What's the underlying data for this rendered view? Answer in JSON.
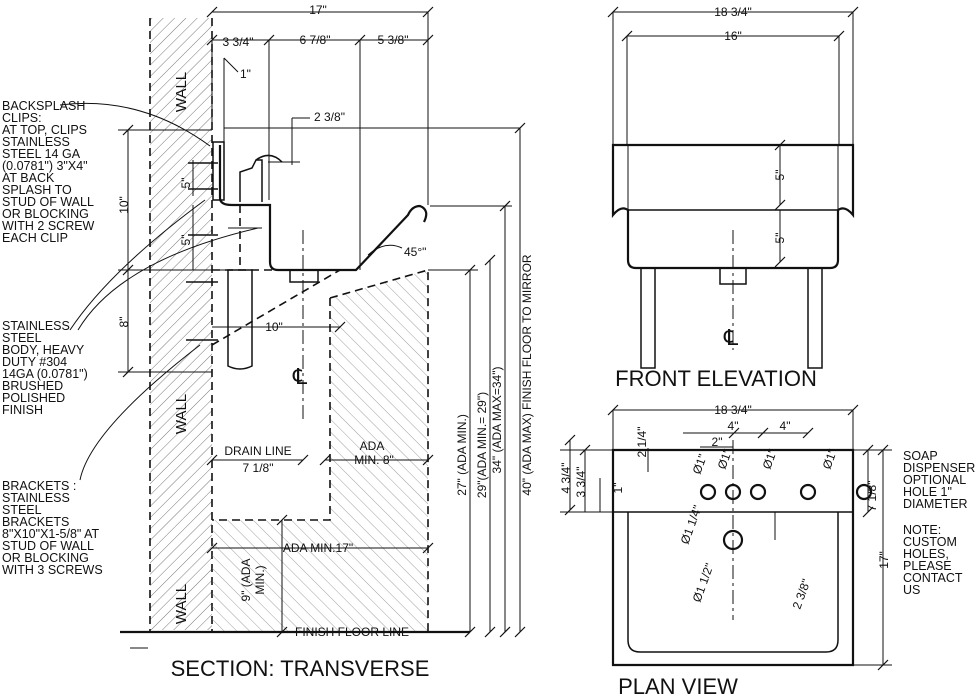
{
  "titles": {
    "section": "SECTION: TRANSVERSE",
    "front": "FRONT ELEVATION",
    "plan": "PLAN VIEW"
  },
  "wall_labels": [
    "WALL",
    "WALL",
    "WALL"
  ],
  "centerline_symbol": "℄",
  "section_dims": {
    "overall": "17\"",
    "d_3_3_4": "3 3/4\"",
    "d_6_7_8": "6 7/8\"",
    "d_5_3_8": "5 3/8\"",
    "d_1": "1\"",
    "d_2_3_8": "2 3/8\"",
    "d_5_upper": "5\"",
    "d_10_vert": "10\"",
    "d_5_lower": "5\"",
    "d_8_vert": "8\"",
    "d_10_horiz": "10\"",
    "angle": "45°\"",
    "drain_line_1": "DRAIN LINE",
    "drain_line_2": "7 1/8\"",
    "ada_1": "ADA",
    "ada_2": "MIN. 8\"",
    "ada_min17": "ADA MIN.17\"",
    "ada_9_1": "9\" (ADA",
    "ada_9_2": "MIN.)",
    "finish_floor": "FINISH FLOOR LINE",
    "h27": "27\" (ADA MIN.)",
    "h29": "29\"(ADA MIN.= 29\")",
    "h34": "34\" (ADA MAX=34\")",
    "h40": "40\" (ADA MAX) FINISH FLOOR TO MIRROR"
  },
  "notes": {
    "backsplash": [
      "BACKSPLASH",
      "CLIPS:",
      "AT TOP, CLIPS",
      "STAINLESS",
      "STEEL 14 GA",
      "(0.0781\") 3\"X4\"",
      "AT BACK",
      "SPLASH TO",
      "STUD OF WALL",
      "OR BLOCKING",
      "WITH 2 SCREW",
      "EACH CLIP"
    ],
    "body": [
      "STAINLESS",
      "STEEL",
      "BODY, HEAVY",
      "DUTY #304",
      "14GA (0.0781\")",
      "BRUSHED",
      "POLISHED",
      "FINISH"
    ],
    "brackets": [
      "BRACKETS :",
      "STAINLESS",
      "STEEL",
      "BRACKETS",
      "8\"X10\"X1-5/8\" AT",
      "STUD OF WALL",
      "OR BLOCKING",
      "WITH 3 SCREWS"
    ],
    "soap": [
      "SOAP",
      "DISPENSER",
      "OPTIONAL",
      "HOLE 1\"",
      "DIAMETER"
    ],
    "custom": [
      "NOTE:",
      "CUSTOM",
      "HOLES,",
      "PLEASE",
      "CONTACT",
      "US"
    ]
  },
  "front_dims": {
    "overall": "18 3/4\"",
    "inner": "16\"",
    "upper": "5\"",
    "lower": "5\""
  },
  "plan_dims": {
    "overall": "18 3/4\"",
    "d4a": "4\"",
    "d4b": "4\"",
    "d2": "2\"",
    "d2_1_4": "2 1/4\"",
    "d4_3_4": "4 3/4\"",
    "d3_3_4": "3 3/4\"",
    "d1": "1\"",
    "h1": "Ø1\"",
    "h2": "Ø1\"",
    "h3": "Ø1\"",
    "h4": "Ø1\"",
    "h1_1_4": "Ø1 1/4\"",
    "h1_1_2": "Ø1 1/2\"",
    "d2_3_8": "2 3/8\"",
    "d7_1_8": "7 1/8\"",
    "d17": "17\""
  }
}
